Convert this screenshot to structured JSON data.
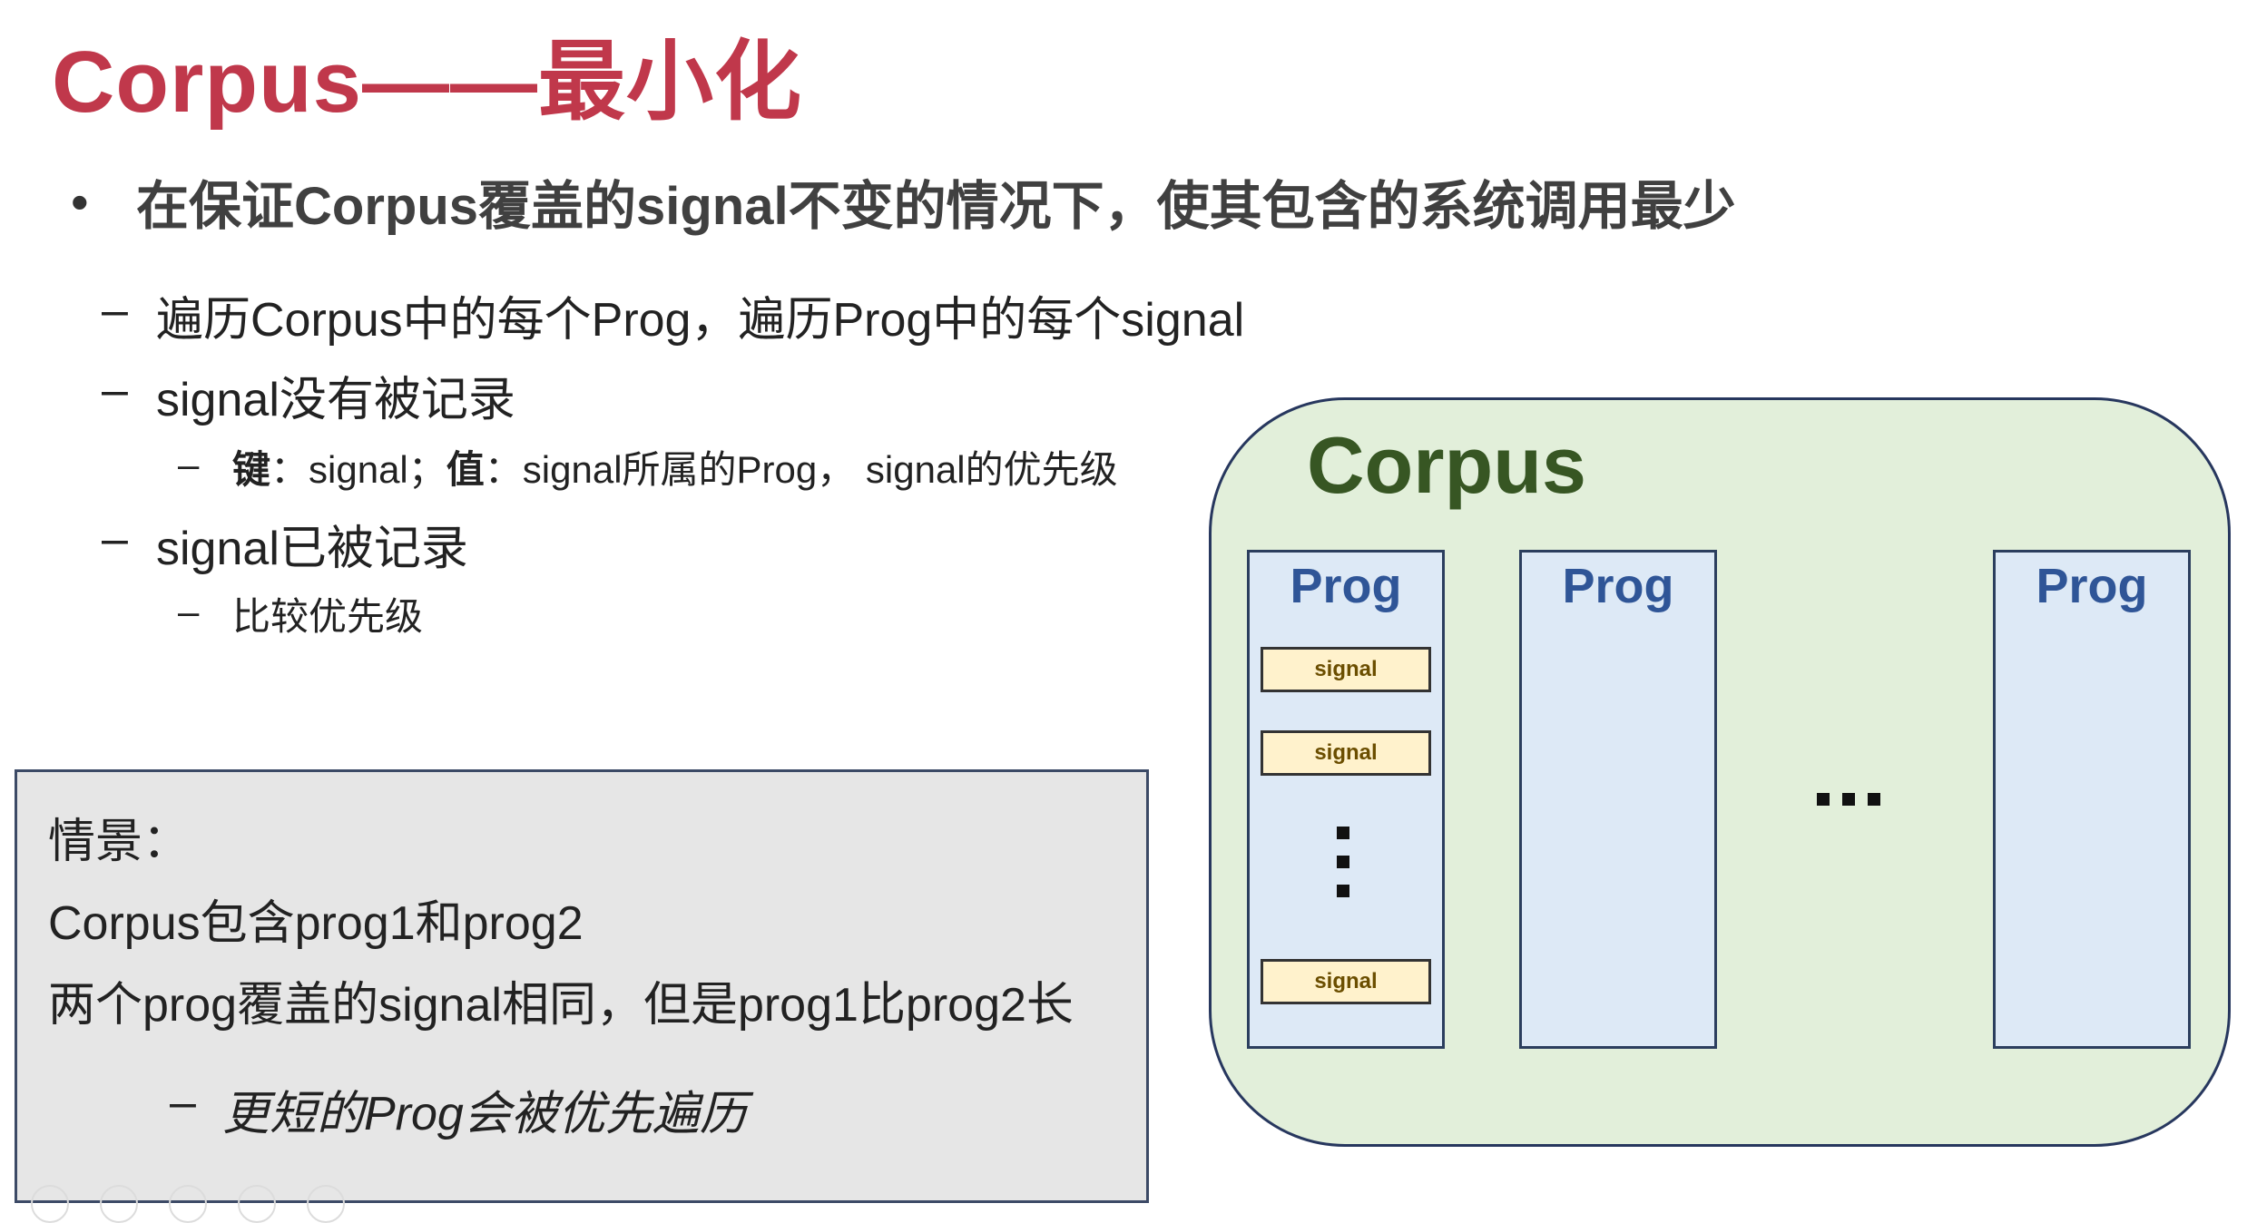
{
  "title": "Corpus——最小化",
  "bullet": {
    "dot": "•",
    "main": "在保证Corpus覆盖的signal不变的情况下，使其包含的系统调用最少"
  },
  "items": {
    "dash": "–",
    "traverse": "遍历Corpus中的每个Prog，遍历Prog中的每个signal",
    "not_recorded": "signal没有被记录",
    "kv": {
      "key_label": "键",
      "key_text": "：signal；",
      "value_label": "值",
      "value_text": "：signal所属的Prog， signal的优先级"
    },
    "recorded": "signal已被记录",
    "compare": "比较优先级"
  },
  "scenario": {
    "heading": "情景：",
    "line1": "Corpus包含prog1和prog2",
    "line2": "两个prog覆盖的signal相同，但是prog1比prog2长",
    "conclusion": "更短的Prog会被优先遍历"
  },
  "diagram": {
    "corpus_label": "Corpus",
    "prog_label": "Prog",
    "signal_label": "signal",
    "colors": {
      "corpus_fill": "#e2efda",
      "prog_fill": "#dde9f6",
      "signal_fill": "#fff2cc",
      "title_color": "#c0384b",
      "corpus_text": "#375623",
      "prog_text": "#2f5597"
    }
  }
}
